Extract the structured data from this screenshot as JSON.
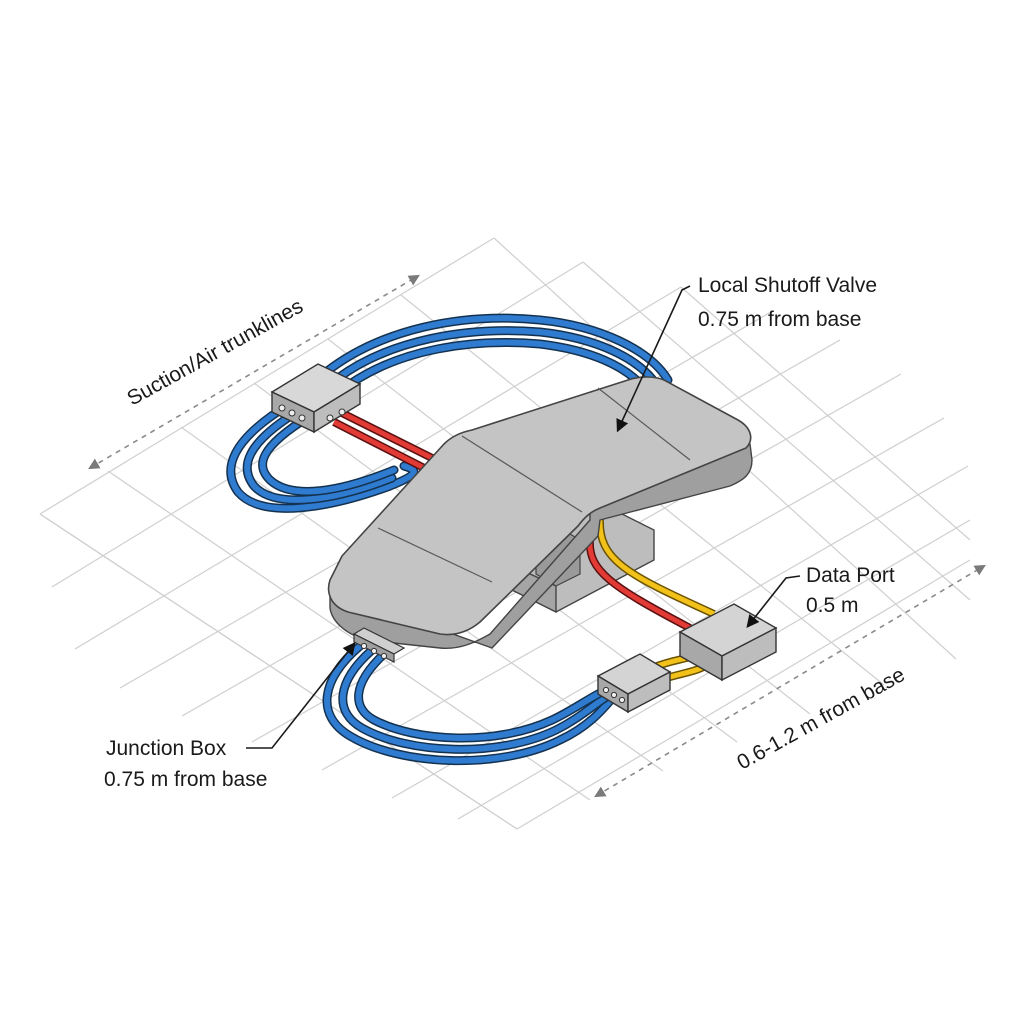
{
  "labels": {
    "trunklines": "Suction/Air trunklines",
    "shutoff_title": "Local Shutoff Valve",
    "shutoff_sub": "0.75 m from base",
    "dataport_title": "Data Port",
    "dataport_sub": "0.5 m",
    "junction_title": "Junction Box",
    "junction_sub": "0.75 m from base",
    "height_range": "0.6-1.2 m from base"
  },
  "colors": {
    "suction_air_pipe": "#2f7bd0",
    "power_line": "#e23b35",
    "data_line": "#f2c21b",
    "equipment": "#c4c4c4",
    "grid": "#cfcfcf"
  }
}
